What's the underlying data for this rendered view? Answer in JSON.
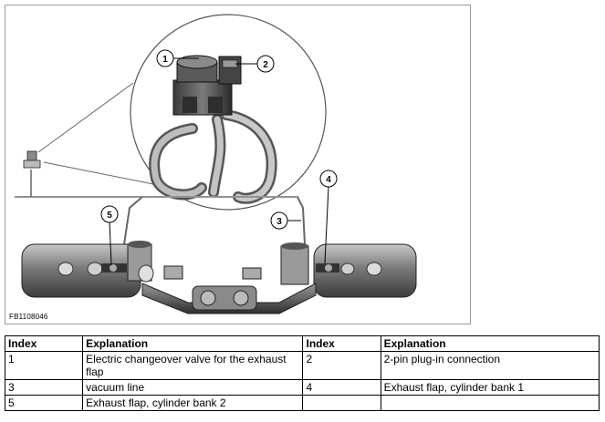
{
  "figure": {
    "id_label": "FB1108046",
    "callouts": [
      "1",
      "2",
      "3",
      "4",
      "5"
    ]
  },
  "table": {
    "headers": [
      "Index",
      "Explanation",
      "Index",
      "Explanation"
    ],
    "rows": [
      {
        "index_a": "1",
        "explanation_a": "Electric changeover valve for the exhaust flap",
        "index_b": "2",
        "explanation_b": "2-pin plug-in connection"
      },
      {
        "index_a": "3",
        "explanation_a": "vacuum line",
        "index_b": "4",
        "explanation_b": "Exhaust flap, cylinder bank 1"
      },
      {
        "index_a": "5",
        "explanation_a": "Exhaust flap, cylinder bank 2",
        "index_b": "",
        "explanation_b": ""
      }
    ]
  }
}
